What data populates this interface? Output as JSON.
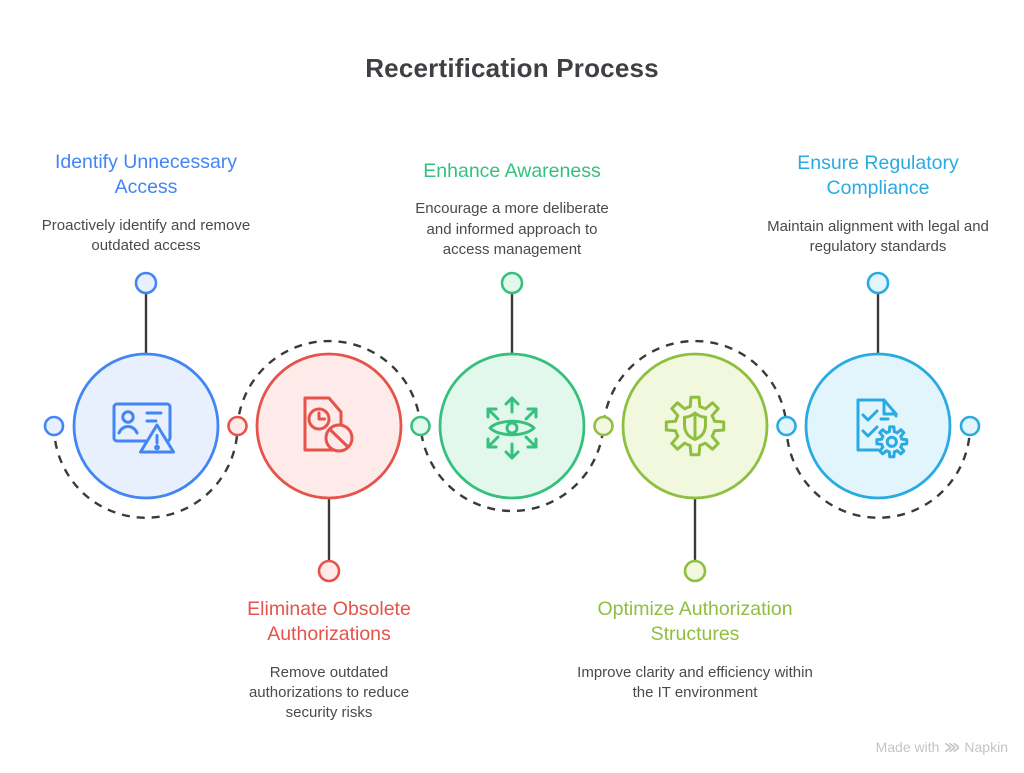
{
  "title": "Recertification Process",
  "colors": {
    "title": "#3f4043",
    "description": "#4a4a4a",
    "line": "#3a3a3a",
    "watermark": "#c4c4c4",
    "background": "#ffffff"
  },
  "nodes": [
    {
      "label": "Identify Unnecessary Access",
      "description": "Proactively identify and remove outdated access",
      "label_position": "top",
      "icon": "id-card-warning-icon",
      "accent": "#4285F4",
      "tint": "#E8F0FD"
    },
    {
      "label": "Eliminate Obsolete Authorizations",
      "description": "Remove outdated authorizations to reduce security risks",
      "label_position": "bottom",
      "icon": "document-expired-ban-icon",
      "accent": "#E5534B",
      "tint": "#FDEAE9"
    },
    {
      "label": "Enhance Awareness",
      "description": "Encourage a more deliberate and informed approach to access management",
      "label_position": "top",
      "icon": "eye-expand-arrows-icon",
      "accent": "#35C17D",
      "tint": "#E3F8ED"
    },
    {
      "label": "Optimize Authorization Structures",
      "description": "Improve clarity and efficiency within the IT environment",
      "label_position": "bottom",
      "icon": "gear-shield-icon",
      "accent": "#8FBF40",
      "tint": "#F1F8DE"
    },
    {
      "label": "Ensure Regulatory Compliance",
      "description": "Maintain alignment with legal and regulatory standards",
      "label_position": "top",
      "icon": "document-checklist-gear-icon",
      "accent": "#29ABE2",
      "tint": "#E2F4FC"
    }
  ],
  "connector_dots": [
    {
      "position": "start",
      "color": "#4285F4",
      "tint": "#E8F0FD"
    },
    {
      "position": "between-1-2",
      "color": "#E5534B",
      "tint": "#FDEAE9"
    },
    {
      "position": "between-2-3",
      "color": "#35C17D",
      "tint": "#E3F8ED"
    },
    {
      "position": "between-3-4",
      "color": "#8FBF40",
      "tint": "#F1F8DE"
    },
    {
      "position": "between-4-5",
      "color": "#29ABE2",
      "tint": "#E2F4FC"
    },
    {
      "position": "end",
      "color": "#29ABE2",
      "tint": "#E2F4FC"
    }
  ],
  "watermark": {
    "text": "Made with",
    "brand": "Napkin"
  }
}
